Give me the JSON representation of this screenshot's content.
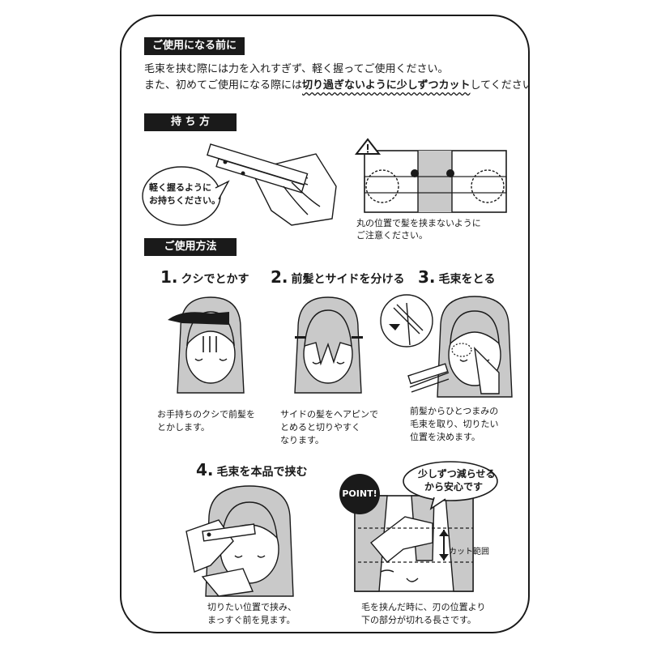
{
  "sections": {
    "before_use": {
      "title": "ご使用になる前に",
      "line1": "毛束を挟む際には力を入れすぎず、軽く握ってご使用ください。",
      "line2_pre": "また、初めてご使用になる際には",
      "line2_emph": "切り過ぎないように少しずつカット",
      "line2_post": "してください。"
    },
    "how_to_hold": {
      "title": "持 ち 方",
      "bubble": [
        "軽く握るように",
        "お持ちください。"
      ],
      "caution": [
        "丸の位置で髪を挟まないように",
        "ご注意ください。"
      ]
    },
    "usage": {
      "title": "ご使用方法",
      "steps": [
        {
          "num": "1.",
          "title": "クシでとかす",
          "desc": [
            "お手持ちのクシで前髪を",
            "とかします。"
          ]
        },
        {
          "num": "2.",
          "title": "前髪とサイドを分ける",
          "desc": [
            "サイドの髪をヘアピンで",
            "とめると切りやすく",
            "なります。"
          ]
        },
        {
          "num": "3.",
          "title": "毛束をとる",
          "desc": [
            "前髪からひとつまみの",
            "毛束を取り、切りたい",
            "位置を決めます。"
          ]
        },
        {
          "num": "4.",
          "title": "毛束を本品で挟む",
          "desc": [
            "切りたい位置で挟み、",
            "まっすぐ前を見ます。"
          ]
        }
      ],
      "point": {
        "badge": "POINT!",
        "bubble": [
          "少しずつ減らせる",
          "から安心です"
        ],
        "range_label": "カット範囲",
        "desc": [
          "毛を挟んだ時に、刃の位置より",
          "下の部分が切れる長さです。"
        ]
      }
    }
  }
}
